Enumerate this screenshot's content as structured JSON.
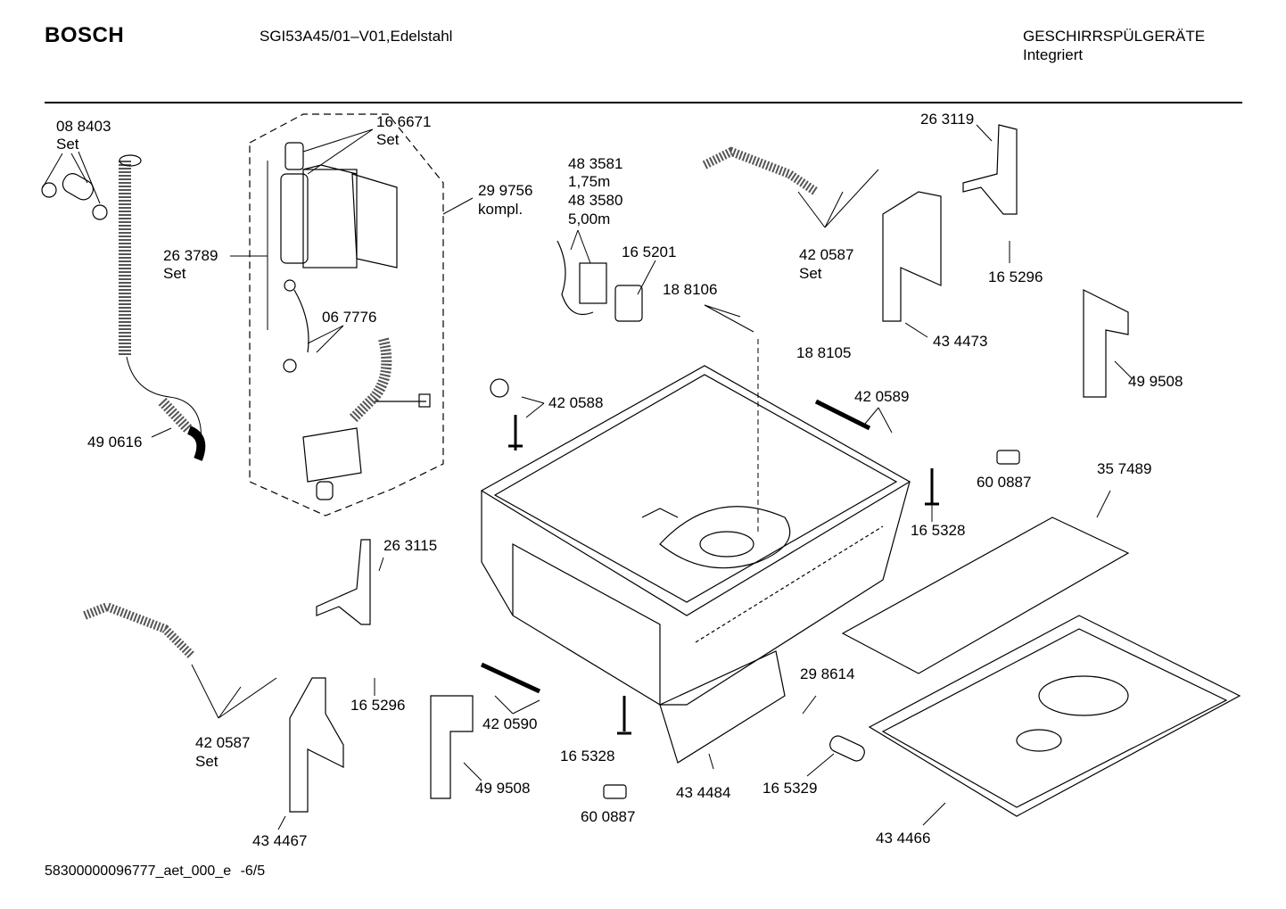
{
  "header": {
    "brand": "BOSCH",
    "model": "SGI53A45/01–V01,Edelstahl",
    "category": "GESCHIRRSPÜLGERÄTE",
    "subcategory": "Integriert"
  },
  "footer": {
    "code": "58300000096777_aet_000_e",
    "page": "-6/5"
  },
  "parts": {
    "p088403": "08 8403",
    "p088403_set": "Set",
    "p166671": "16 6671",
    "p166671_set": "Set",
    "p299756": "29 9756",
    "p299756_k": "kompl.",
    "p263789": "26 3789",
    "p263789_set": "Set",
    "p067776": "06 7776",
    "p490616": "49 0616",
    "p483581": "48 3581",
    "p483581_len": "1,75m",
    "p483580": "48 3580",
    "p483580_len": "5,00m",
    "p165201": "16 5201",
    "p188106": "18 8106",
    "p188105": "18 8105",
    "p420587a": "42 0587",
    "p420587a_set": "Set",
    "p263119": "26 3119",
    "p165296a": "16 5296",
    "p434473": "43 4473",
    "p499508a": "49 9508",
    "p420588": "42 0588",
    "p420589": "42 0589",
    "p600887a": "60 0887",
    "p165328a": "16 5328",
    "p357489": "35 7489",
    "p263115": "26 3115",
    "p165296b": "16 5296",
    "p420587b": "42 0587",
    "p420587b_set": "Set",
    "p434467": "43 4467",
    "p420590": "42 0590",
    "p499508b": "49 9508",
    "p165328b": "16 5328",
    "p600887b": "60 0887",
    "p434484": "43 4484",
    "p298614": "29 8614",
    "p165329": "16 5329",
    "p434466": "43 4466"
  }
}
